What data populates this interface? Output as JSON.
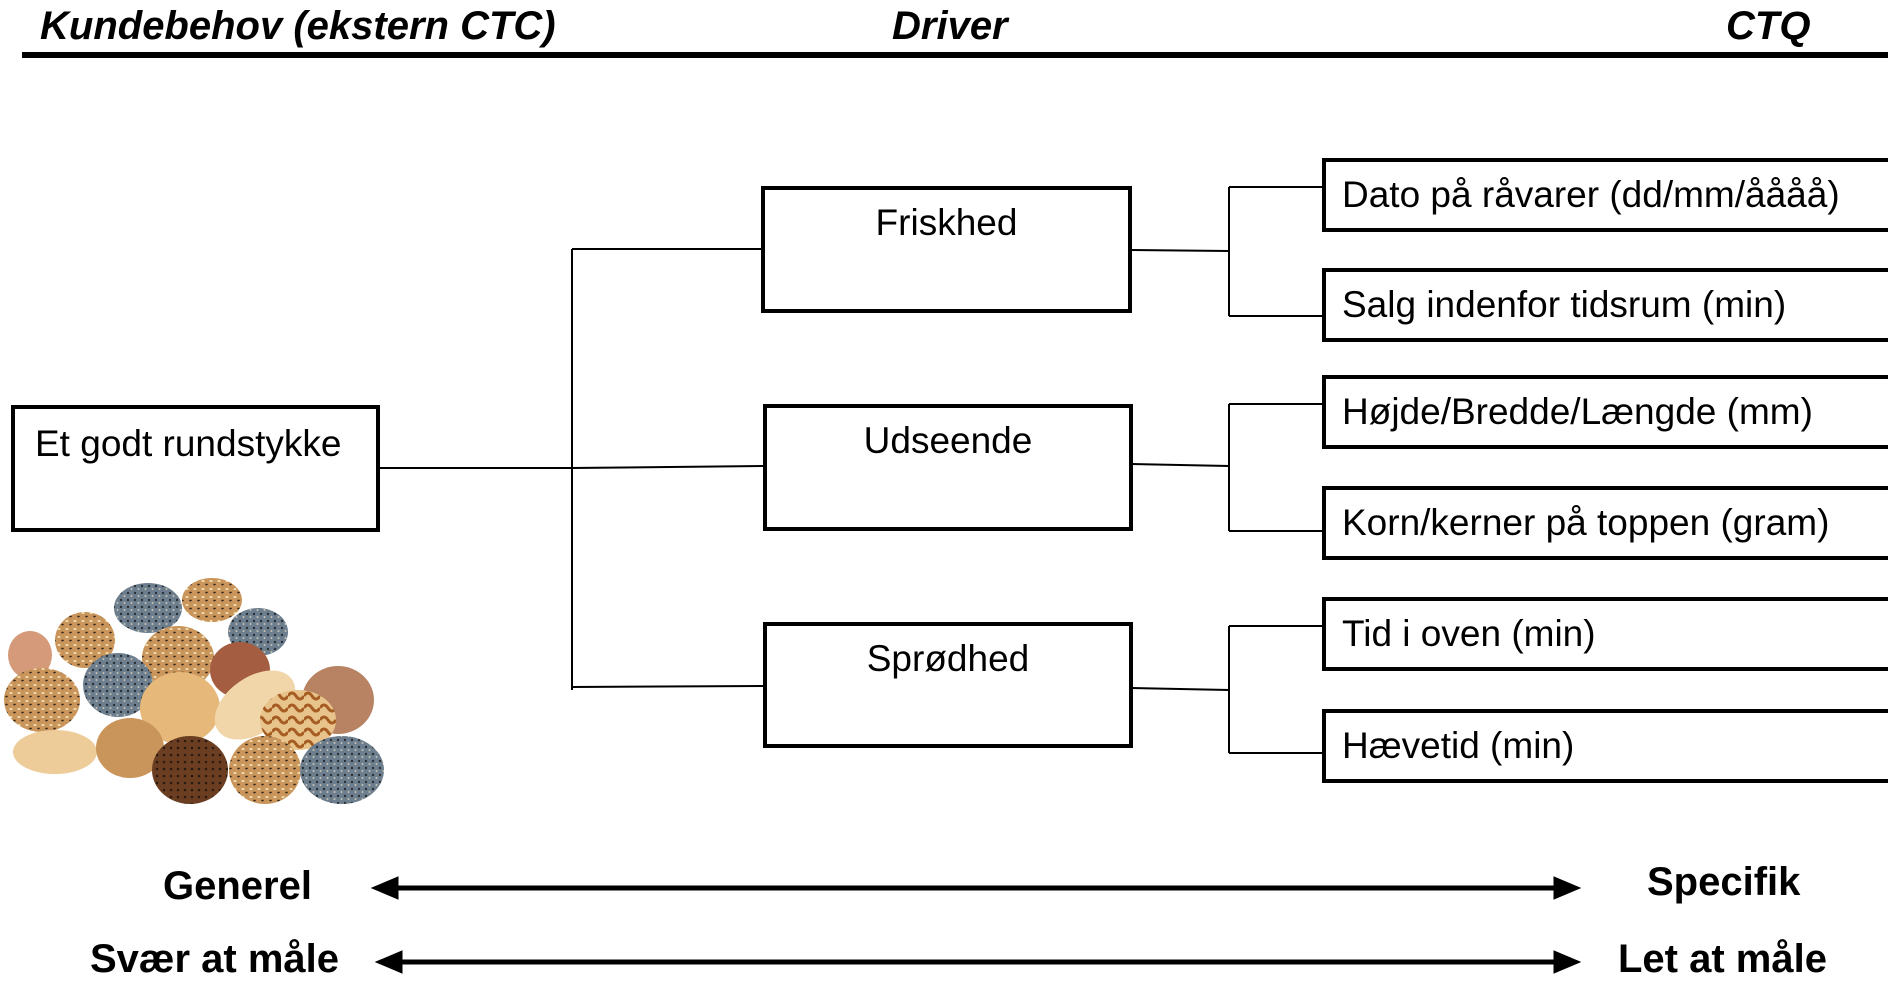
{
  "header": {
    "left": "Kundebehov (ekstern CTC)",
    "center": "Driver",
    "right": "CTQ"
  },
  "root": {
    "label": "Et godt rundstykke"
  },
  "drivers": [
    {
      "label": "Friskhed",
      "ctqs": [
        "Dato på råvarer (dd/mm/åååå)",
        "Salg indenfor tidsrum (min)"
      ]
    },
    {
      "label": "Udseende",
      "ctqs": [
        "Højde/Bredde/Længde (mm)",
        "Korn/kerner på toppen (gram)"
      ]
    },
    {
      "label": "Sprødhed",
      "ctqs": [
        "Tid i oven (min)",
        "Hævetid (min)"
      ]
    }
  ],
  "scales": [
    {
      "left": "Generel",
      "right": "Specifik"
    },
    {
      "left": "Svær at måle",
      "right": "Let at måle"
    }
  ]
}
